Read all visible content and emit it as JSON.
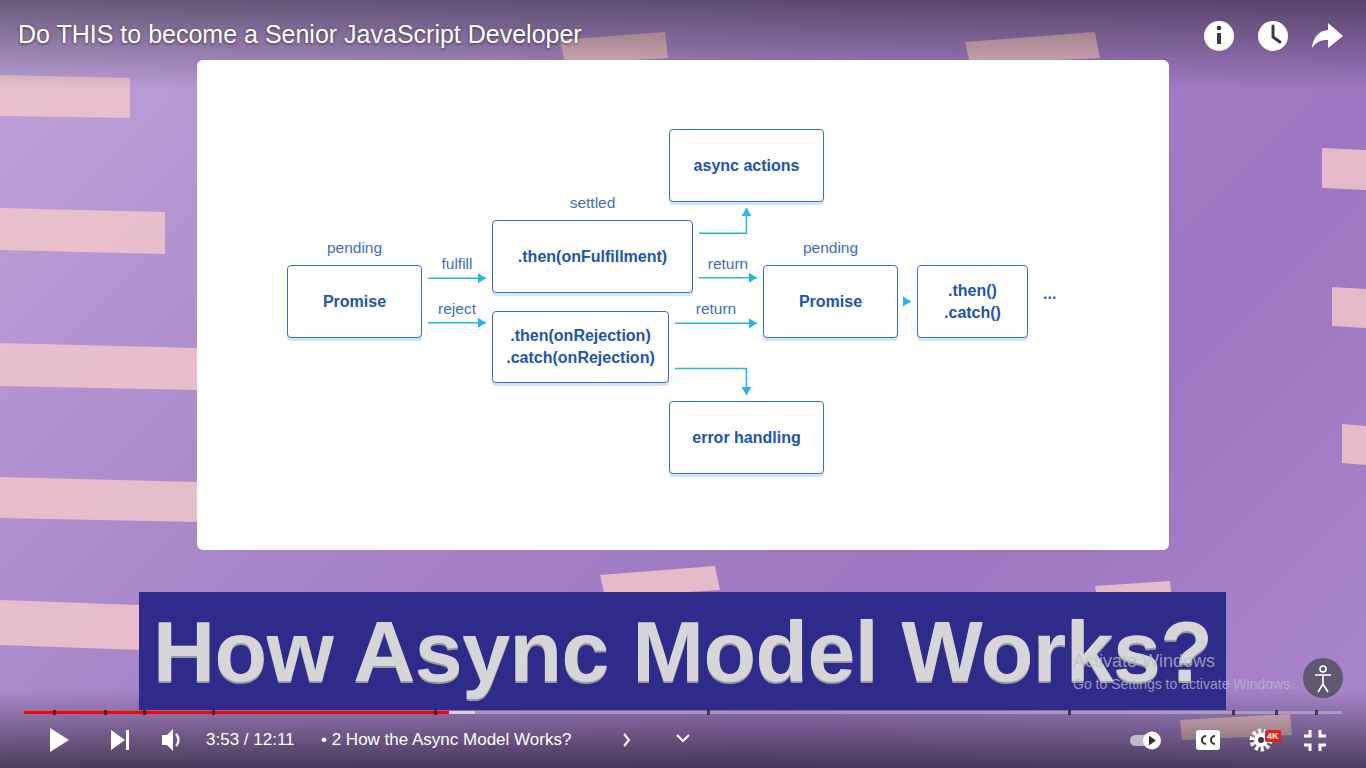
{
  "diagram": {
    "title": "Do THIS to become a Senior JavaScript Developer",
    "caption": "How Async Model Works?",
    "nodes": [
      {
        "text": [
          "pending",
          "Promise"
        ]
      },
      {
        "text": [
          "settled",
          ".then(onFulfillment)"
        ]
      },
      {
        "text": [
          ".then(onRejection) .catch(onRejection)"
        ]
      },
      {
        "text": [
          "async actions"
        ]
      },
      {
        "text": [
          "error handling"
        ]
      },
      {
        "text": [
          "pending",
          "Promise"
        ]
      },
      {
        "text": [
          ".then() .catch()"
        ]
      }
    ],
    "edges": [
      {
        "from": 0,
        "to": 1,
        "arrow": "to",
        "label": "fulfill"
      },
      {
        "from": 0,
        "to": 2,
        "arrow": "to",
        "label": "reject"
      },
      {
        "from": 1,
        "to": 3,
        "arrow": "to"
      },
      {
        "from": 2,
        "to": 4,
        "arrow": "to"
      },
      {
        "from": 1,
        "to": 5,
        "arrow": "to",
        "label": "return"
      },
      {
        "from": 2,
        "to": 5,
        "arrow": "to",
        "label": "return"
      },
      {
        "from": 5,
        "to": 6,
        "arrow": "to"
      }
    ],
    "labels": [
      "...",
      "3:53 / 12:11",
      "• 2 How the Async Model Works?",
      "4K",
      "Activate Windows",
      "Go to Settings to activate Windows."
    ]
  }
}
